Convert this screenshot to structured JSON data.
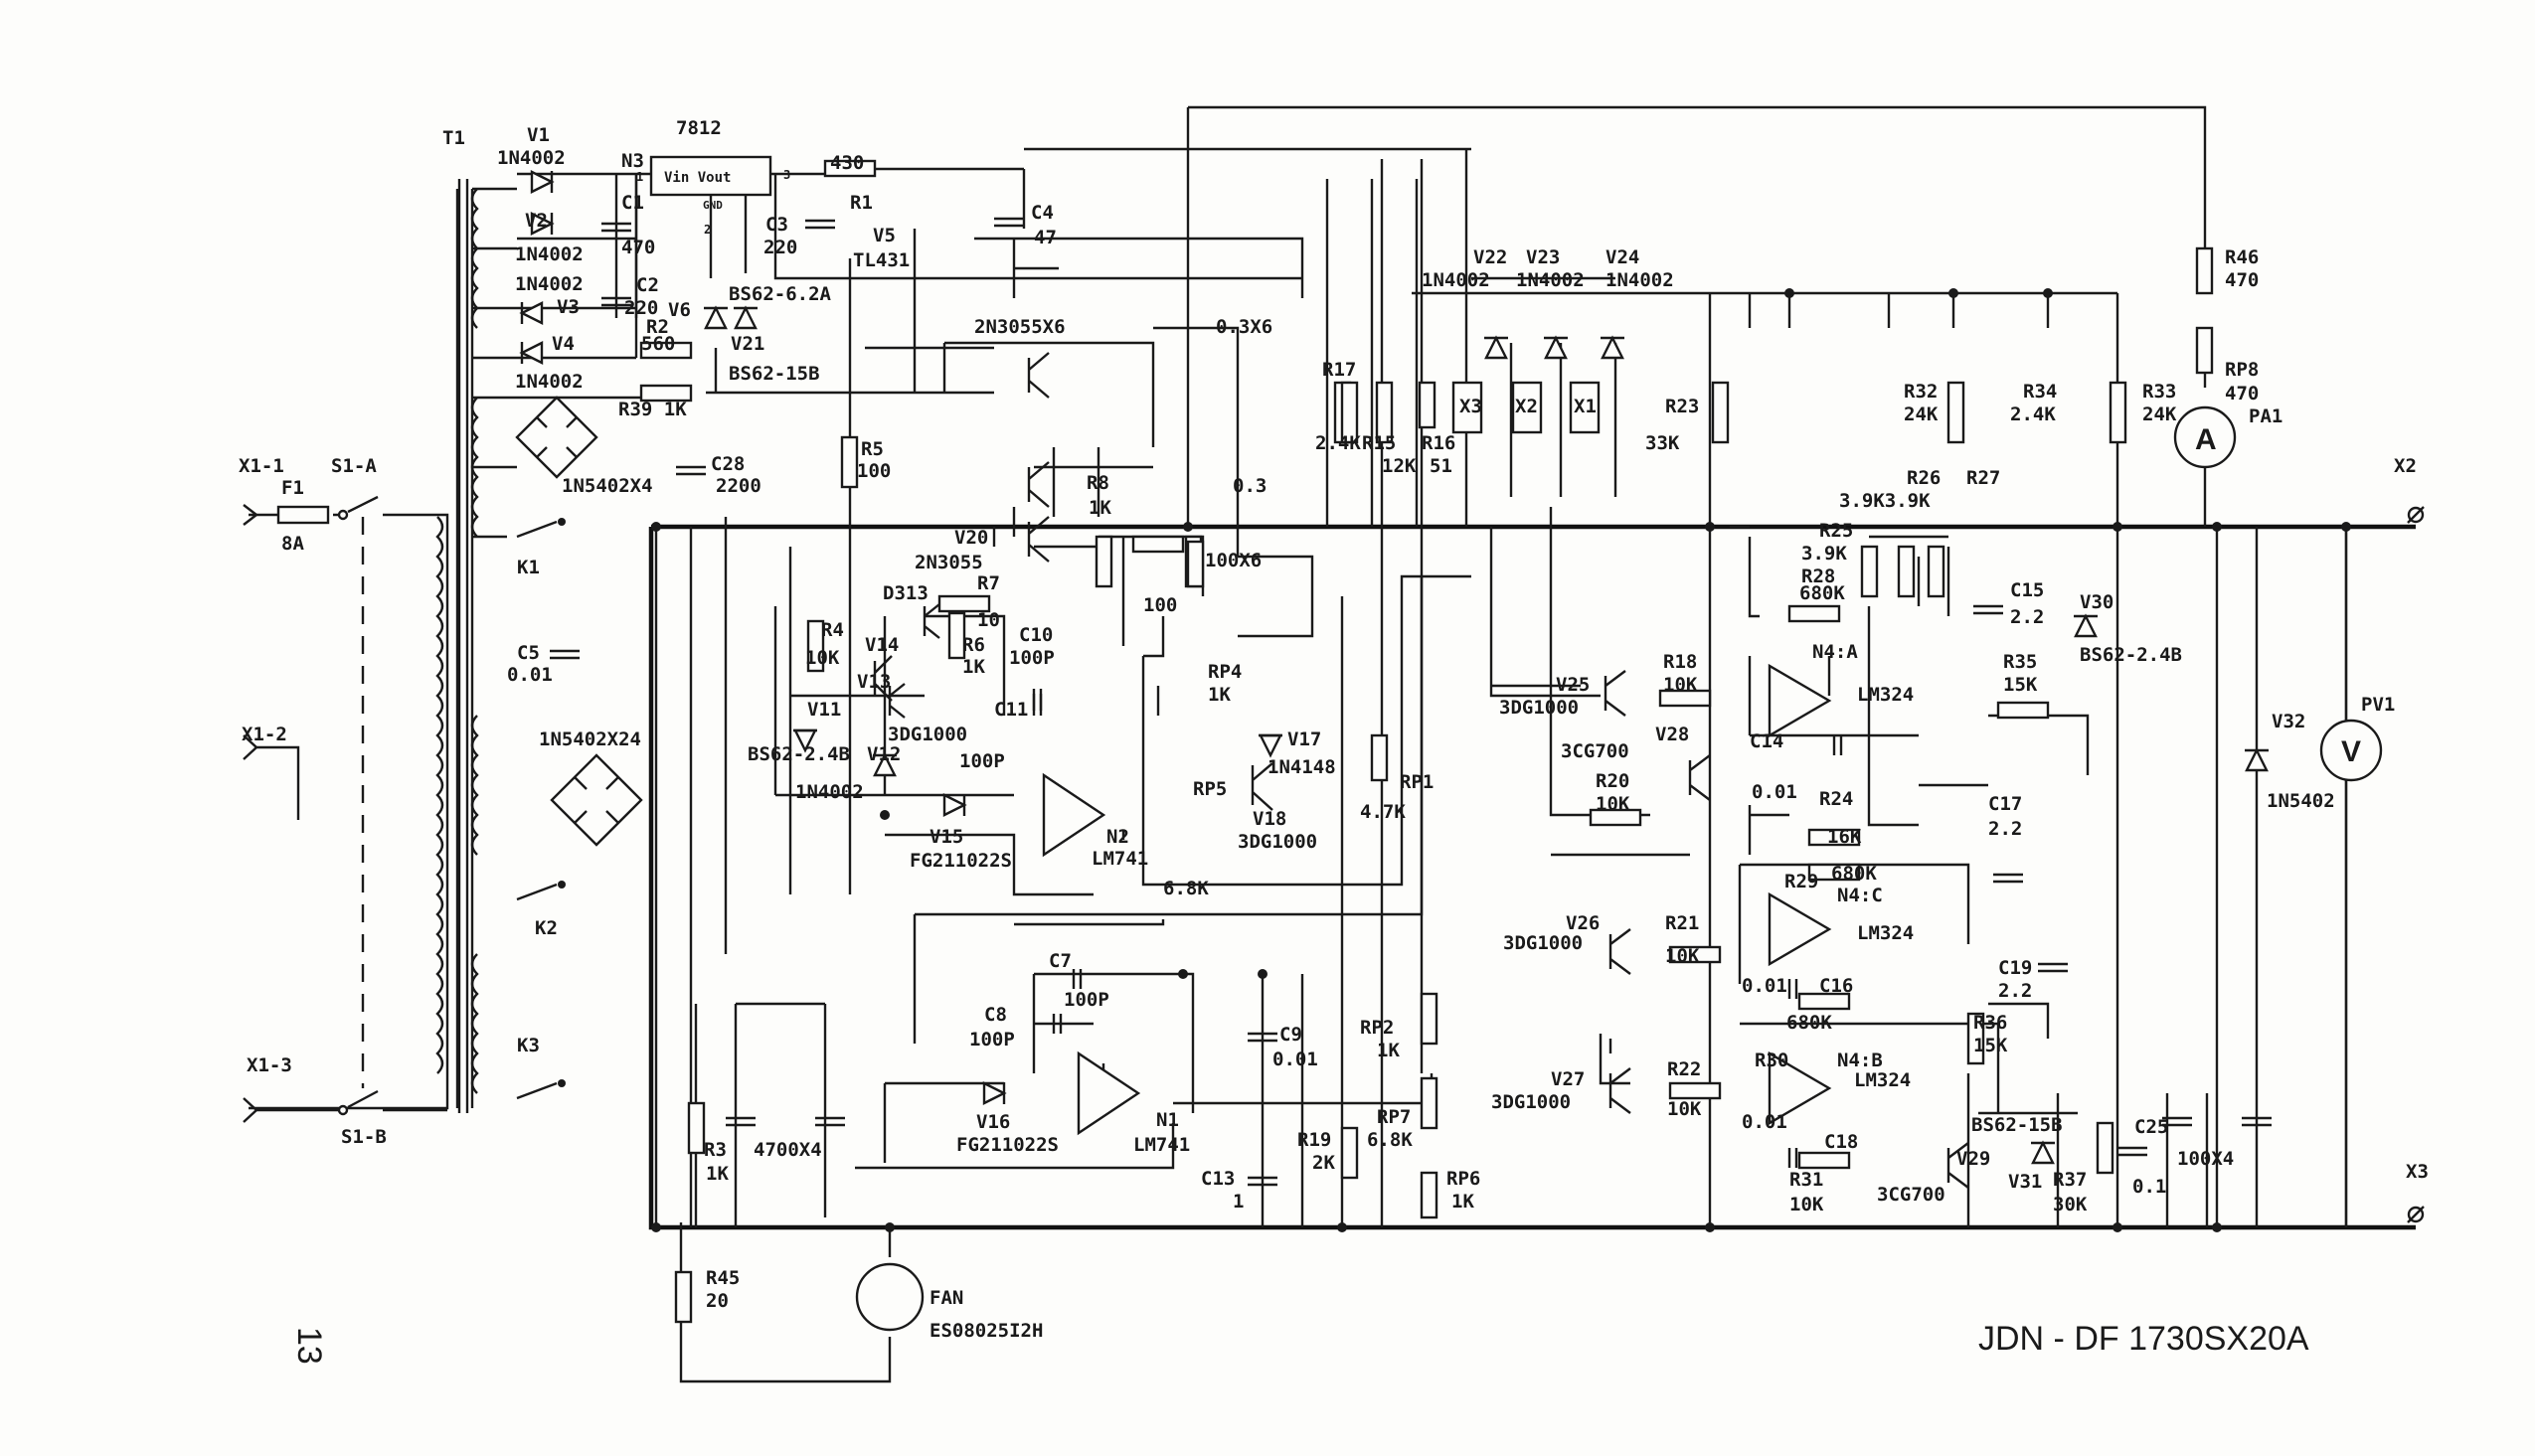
{
  "page": {
    "number": "13",
    "model": "JDN - DF 1730SX20A"
  },
  "terminals": {
    "x1_1": "X1-1",
    "x1_2": "X1-2",
    "x1_3": "X1-3",
    "x2": "X2",
    "x3": "X3"
  },
  "switch": {
    "s1a": "S1-A",
    "s1b": "S1-B"
  },
  "fuse": {
    "name": "F1",
    "value": "8A"
  },
  "transformer": {
    "name": "T1"
  },
  "relays": {
    "k1": "K1",
    "k2": "K2",
    "k3": "K3",
    "x1": "X1",
    "x2": "X2",
    "x3": "X3"
  },
  "regulator": {
    "name": "7812",
    "ref": "N3",
    "pins": "Vin Vout",
    "gnd": "GND",
    "pin1": "1",
    "pin2": "2",
    "pin3": "3"
  },
  "components": {
    "v1": "V1",
    "v1v": "1N4002",
    "v2": "V2",
    "v2v": "1N4002",
    "v3": "V3",
    "v3v": "1N4002",
    "v4": "V4",
    "v4v": "1N4002",
    "c1": "C1",
    "c1v": "470",
    "c2": "C2",
    "c2v": "220",
    "c3": "C3",
    "c3v": "220",
    "c4": "C4",
    "c4v": "47",
    "r1": "R1",
    "r1v": "430",
    "v5": "V5",
    "v5v": "TL431",
    "v6": "V6",
    "v6v": "BS62-6.2A",
    "v21": "V21",
    "v21v": "BS62-15B",
    "r2": "R2",
    "r2v": "560",
    "r39": "R39 1K",
    "bridge1": "1N5402X4",
    "c28": "C28",
    "c28v": "2200",
    "r5": "R5",
    "r5v": "100",
    "q_series": "2N3055X6",
    "r_series": "0.3X6",
    "r_03": "0.3",
    "r8": "R8",
    "r8v": "1K",
    "v20": "V20",
    "v20v": "2N3055",
    "r100x6": "100X6",
    "r100": "100",
    "d313": "D313",
    "r7": "R7",
    "r7v": "10",
    "r6": "R6",
    "r6v": "1K",
    "c10": "C10",
    "c10v": "100P",
    "r4": "R4",
    "r4v": "10K",
    "v14": "V14",
    "v13": "V13",
    "v11": "V11",
    "v11v": "BS62-2.4B",
    "v12": "V12",
    "v12v": "1N4002",
    "q3dg": "3DG1000",
    "c11": "C11",
    "c11v": "100P",
    "v15": "V15",
    "v15v": "FG211022S",
    "n2": "N2",
    "n2v": "LM741",
    "r6k8": "6.8K",
    "rp4": "RP4",
    "rp4v": "1K",
    "v17": "V17",
    "v17v": "1N4148",
    "rp5": "RP5",
    "v18": "V18",
    "v18v": "3DG1000",
    "rp1": "RP1",
    "rp1v": "4.7K",
    "r17": "R17",
    "r17v": "2.4K",
    "r15": "R15",
    "r15v": "12K",
    "r16": "R16",
    "r16v": "51",
    "v22": "V22",
    "v23": "V23",
    "v24": "V24",
    "vdiode": "1N4002",
    "r23": "R23",
    "r23v": "33K",
    "r32": "R32",
    "r32v": "24K",
    "r34": "R34",
    "r34v": "2.4K",
    "r33": "R33",
    "r33v": "24K",
    "r46": "R46",
    "r46v": "470",
    "rp8": "RP8",
    "rp8v": "470",
    "pa1": "PA1",
    "amp": "A",
    "pv1": "PV1",
    "volt": "V",
    "r26": "R26",
    "r27": "R27",
    "r2627v": "3.9K3.9K",
    "r25": "R25",
    "r25v": "3.9K",
    "r28": "R28",
    "r28v": "680K",
    "c15": "C15",
    "c15v": "2.2",
    "v30": "V30",
    "v30v": "BS62-2.4B",
    "n4a": "N4:A",
    "lm324": "LM324",
    "v25": "V25",
    "v25v": "3DG1000",
    "r18": "R18",
    "r18v": "10K",
    "v28": "V28",
    "v28v": "3CG700",
    "r35": "R35",
    "r35v": "15K",
    "c14": "C14",
    "c14v": "0.01",
    "r20": "R20",
    "r20v": "10K",
    "r24": "R24",
    "r24v": "16K",
    "c17": "C17",
    "c17v": "2.2",
    "v32": "V32",
    "v32v": "1N5402",
    "bridge2": "1N5402X24",
    "c5": "C5",
    "c5v": "0.01",
    "r29": "R29",
    "r29v": "680K",
    "n4c": "N4:C",
    "v26": "V26",
    "v26v": "3DG1000",
    "r21": "R21",
    "r21v": "10K",
    "c16": "C16",
    "c16v": "0.01",
    "c19": "C19",
    "c19v": "2.2",
    "c7": "C7",
    "c7v": "100P",
    "c8": "C8",
    "c8v": "100P",
    "c9": "C9",
    "c9v": "0.01",
    "r30": "R30",
    "n4b": "N4:B",
    "r30v": "680K",
    "r36": "R36",
    "r36v": "15K",
    "rp2": "RP2",
    "rp2v": "1K",
    "v27": "V27",
    "v27v": "3DG1000",
    "r22": "R22",
    "r22v": "10K",
    "c18": "C18",
    "c18v": "0.01",
    "v16": "V16",
    "v16v": "FG211022S",
    "n1": "N1",
    "n1v": "LM741",
    "rp7": "RP7",
    "rp7v": "6.8K",
    "r19": "R19",
    "r19v": "2K",
    "rp6": "RP6",
    "rp6v": "1K",
    "c13": "C13",
    "c13v": "1",
    "v29": "V29",
    "v29v": "3CG700",
    "v31": "V31",
    "v31v": "BS62-15B",
    "r37": "R37",
    "r37v": "30K",
    "r31": "R31",
    "r31v": "10K",
    "c25": "C25",
    "c25v": "0.1",
    "c100x4": "100X4",
    "r3": "R3",
    "r3v": "1K",
    "c4700": "4700X4",
    "r45": "R45",
    "r45v": "20",
    "fan": "FAN",
    "fanv": "ES08025I2H"
  },
  "colors": {
    "ink": "#1a1a1a",
    "paper": "#fdfdfb"
  }
}
